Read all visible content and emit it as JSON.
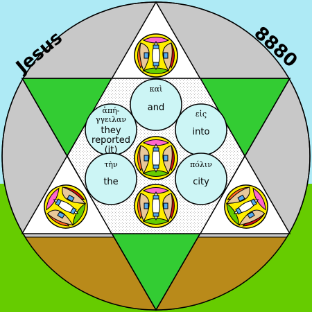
{
  "figure": {
    "top_left_word": "Jesus",
    "top_right_number": "8880"
  },
  "words": {
    "w1": {
      "greek": "καὶ",
      "english": "and"
    },
    "w2": {
      "greek_line1": "ἀπή-",
      "greek_line2": "γγειλαν",
      "english_line1": "they",
      "english_line2": "reported",
      "english_line3": "(it)"
    },
    "w3": {
      "greek": "εἰς",
      "english": "into"
    },
    "w4": {
      "greek": "τὴν",
      "english": "the"
    },
    "w5": {
      "greek": "πόλιν",
      "english": "city"
    }
  },
  "colors": {
    "sky": "#aeeaf5",
    "grass": "#66cc00",
    "earth": "#b98a1a",
    "disc": "#c8c8c8",
    "triangle_green": "#33cc33",
    "white": "#ffffff",
    "word_circle": "#ccf5f5",
    "ornament_yellow": "#ffee00",
    "ornament_orange": "#ff6622",
    "ornament_red": "#cc1111",
    "ornament_pink": "#ff66cc",
    "ornament_green": "#66cc00",
    "ornament_skin": "#e8c89a",
    "ornament_blue": "#55aaee"
  }
}
